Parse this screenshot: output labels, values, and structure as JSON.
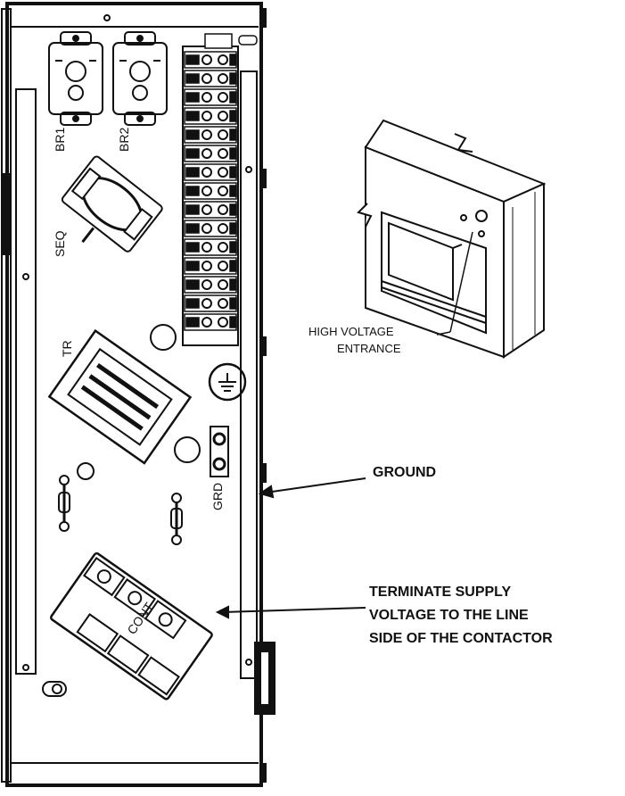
{
  "component_labels": {
    "br1": "BR1",
    "br2": "BR2",
    "seq": "SEQ",
    "tr": "TR",
    "grd": "GRD",
    "cont": "CONT"
  },
  "callouts": {
    "high_voltage_line1": "HIGH VOLTAGE",
    "high_voltage_line2": "ENTRANCE",
    "ground": "GROUND",
    "terminate_line1": "TERMINATE SUPPLY",
    "terminate_line2": "VOLTAGE TO THE LINE",
    "terminate_line3": "SIDE OF THE CONTACTOR"
  },
  "colors": {
    "ink": "#111111",
    "background": "#ffffff"
  }
}
